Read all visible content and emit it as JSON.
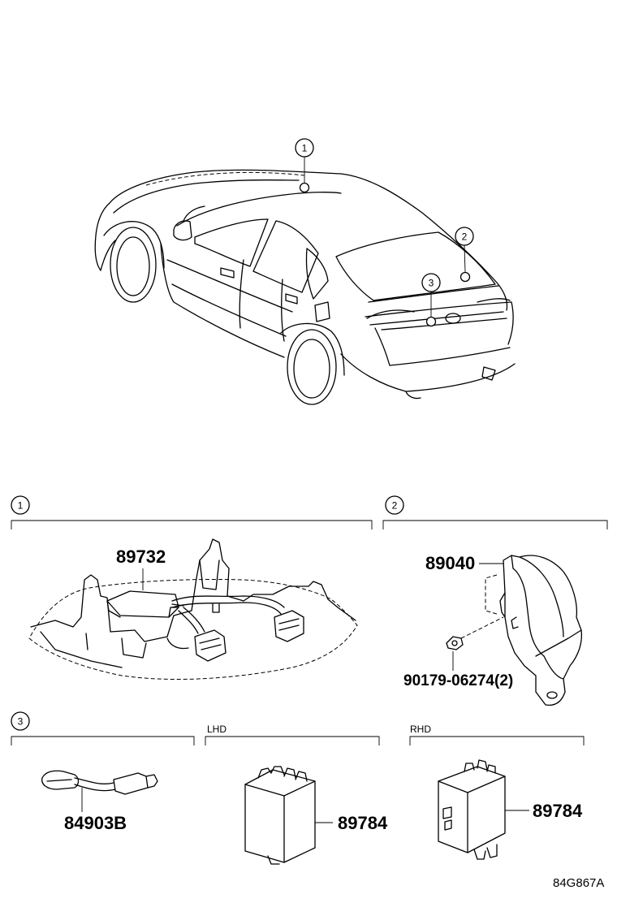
{
  "callouts": {
    "c1": "1",
    "c2": "2",
    "c3": "3"
  },
  "sections": {
    "s1": {
      "number": "1"
    },
    "s2": {
      "number": "2"
    },
    "s3": {
      "number": "3",
      "lhd": "LHD",
      "rhd": "RHD"
    }
  },
  "parts": {
    "p89732": "89732",
    "p89040": "89040",
    "p90179": "90179-06274(2)",
    "p84903": "84903B",
    "p89784_lhd": "89784",
    "p89784_rhd": "89784"
  },
  "diagram_code": "84G867A"
}
